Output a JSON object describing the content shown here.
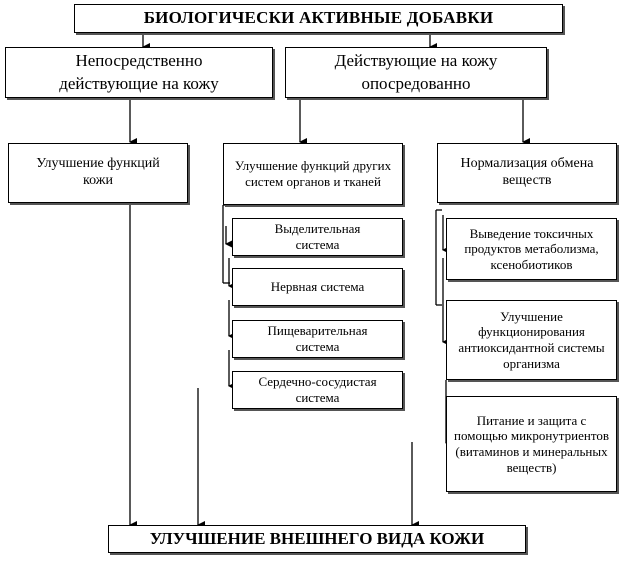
{
  "top": {
    "title": "БИОЛОГИЧЕСКИ АКТИВНЫЕ ДОБАВКИ"
  },
  "direct": {
    "label": "Непосредственно действующие на кожу"
  },
  "indirect": {
    "label": "Действующие на кожу опосредованно"
  },
  "skin_function": {
    "label": "Улучшение функций кожи"
  },
  "other_systems": {
    "label": "Улучшение функций других систем органов и тканей",
    "items": [
      "Выделительная система",
      "Нервная система",
      "Пищеварительная система",
      "Сердечно-сосудистая система"
    ]
  },
  "metabolism": {
    "label": "Нормализация обмена веществ",
    "items": [
      "Выведение токсичных продуктов метаболизма, ксенобиотиков",
      "Улучшение функционирования антиоксидантной системы организма",
      "Питание и защита с помощью микронутриентов (витаминов и минеральных веществ)"
    ]
  },
  "bottom": {
    "title": "УЛУЧШЕНИЕ ВНЕШНЕГО ВИДА КОЖИ"
  }
}
